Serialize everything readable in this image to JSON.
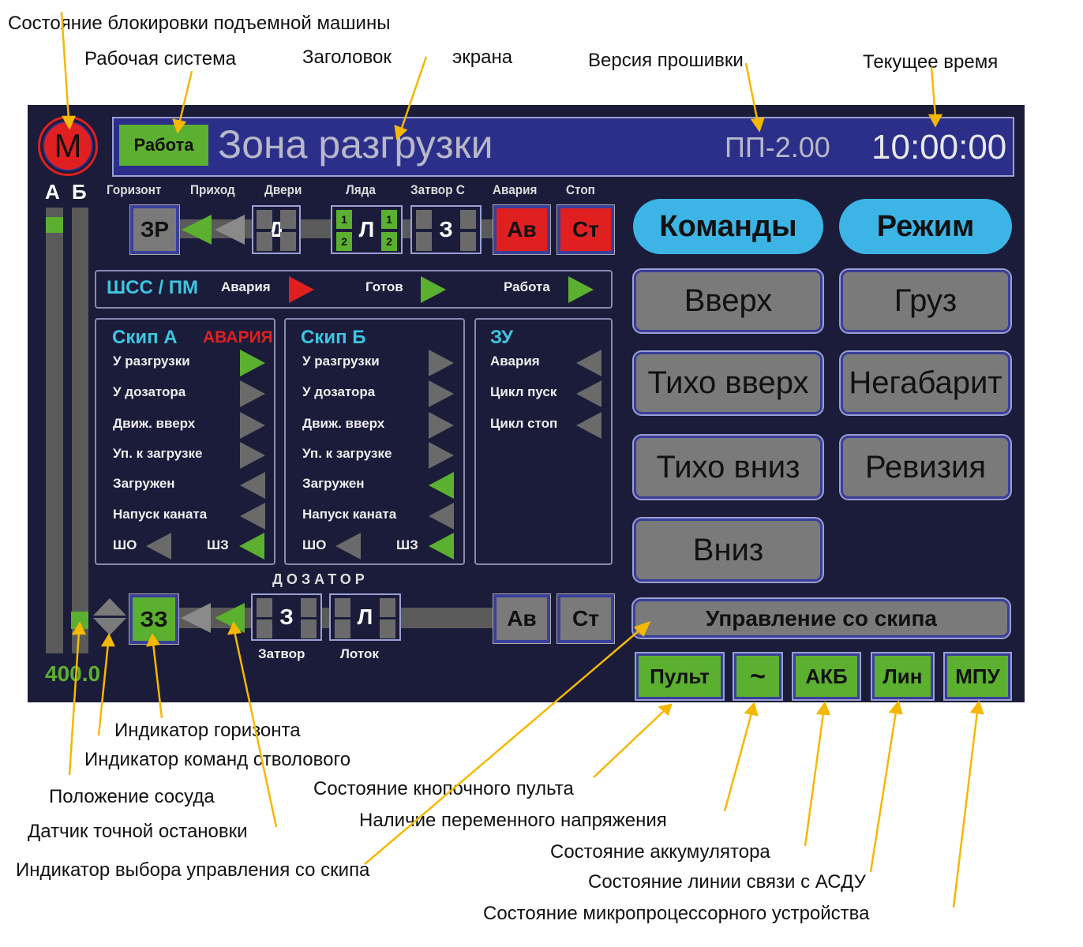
{
  "annotations": {
    "lock": "Состояние блокировки подъемной машины",
    "work_system": "Рабочая система",
    "title1": "Заголовок",
    "title2": "экрана",
    "firmware": "Версия прошивки",
    "time": "Текущее время",
    "horizon": "Индикатор горизонта",
    "shaft_cmd": "Индикатор команд стволового",
    "vessel_pos": "Положение сосуда",
    "stop_sensor": "Датчик точной остановки",
    "skip_ctrl": "Индикатор выбора управления со скипа",
    "pult": "Состояние кнопочного пульта",
    "ac": "Наличие переменного напряжения",
    "battery": "Состояние аккумулятора",
    "line": "Состояние линии связи с АСДУ",
    "mpu": "Состояние микропроцессорного устройства"
  },
  "header": {
    "lock_letter": "М",
    "mode": "Работа",
    "title": "Зона разгрузки",
    "firmware": "ПП-2.00",
    "time": "10:00:00"
  },
  "bars": {
    "a": "А",
    "b": "Б",
    "position": "400.0"
  },
  "top_labels": [
    "Горизонт",
    "Приход",
    "Двери",
    "Ляда",
    "Затвор С",
    "Авария",
    "Стоп"
  ],
  "top_row": {
    "horizon": "ЗР",
    "doors": "Д",
    "hatch": "Л",
    "hatch_nums": [
      "1",
      "2",
      "1",
      "2"
    ],
    "gate": "З",
    "alarm": "Ав",
    "stop": "Ст"
  },
  "shss": {
    "title": "ШСС / ПМ",
    "alarm": "Авария",
    "ready": "Готов",
    "work": "Работа"
  },
  "skip_a": {
    "title": "Скип А",
    "status": "АВАРИЯ",
    "rows": [
      {
        "label": "У разгрузки",
        "dir": "r",
        "state": "on"
      },
      {
        "label": "У дозатора",
        "dir": "r",
        "state": "off"
      },
      {
        "label": "Движ. вверх",
        "dir": "r",
        "state": "off"
      },
      {
        "label": "Уп. к загрузке",
        "dir": "r",
        "state": "off"
      },
      {
        "label": "Загружен",
        "dir": "l",
        "state": "off"
      },
      {
        "label": "Напуск каната",
        "dir": "l",
        "state": "off"
      }
    ],
    "sho": "ШО",
    "shz": "ШЗ"
  },
  "skip_b": {
    "title": "Скип Б",
    "rows": [
      {
        "label": "У разгрузки",
        "dir": "r",
        "state": "off"
      },
      {
        "label": "У дозатора",
        "dir": "r",
        "state": "off"
      },
      {
        "label": "Движ. вверх",
        "dir": "r",
        "state": "off"
      },
      {
        "label": "Уп. к загрузке",
        "dir": "r",
        "state": "off"
      },
      {
        "label": "Загружен",
        "dir": "l",
        "state": "on"
      },
      {
        "label": "Напуск каната",
        "dir": "l",
        "state": "off"
      }
    ],
    "sho": "ШО",
    "shz": "ШЗ"
  },
  "zu": {
    "title": "ЗУ",
    "rows": [
      {
        "label": "Авария",
        "dir": "l",
        "state": "off"
      },
      {
        "label": "Цикл пуск",
        "dir": "l",
        "state": "off"
      },
      {
        "label": "Цикл стоп",
        "dir": "l",
        "state": "off"
      }
    ]
  },
  "dozator": {
    "title": "ДОЗАТОР",
    "horizon": "ЗЗ",
    "gate": "З",
    "tray": "Л",
    "gate_label": "Затвор",
    "tray_label": "Лоток",
    "alarm": "Ав",
    "stop": "Ст"
  },
  "commands": {
    "title": "Команды",
    "buttons": [
      "Вверх",
      "Тихо вверх",
      "Тихо вниз",
      "Вниз"
    ]
  },
  "mode": {
    "title": "Режим",
    "buttons": [
      "Груз",
      "Негабарит",
      "Ревизия"
    ],
    "active": "Груз"
  },
  "skip_control": "Управление со скипа",
  "status": [
    "Пульт",
    "~",
    "АКБ",
    "Лин",
    "МПУ"
  ]
}
